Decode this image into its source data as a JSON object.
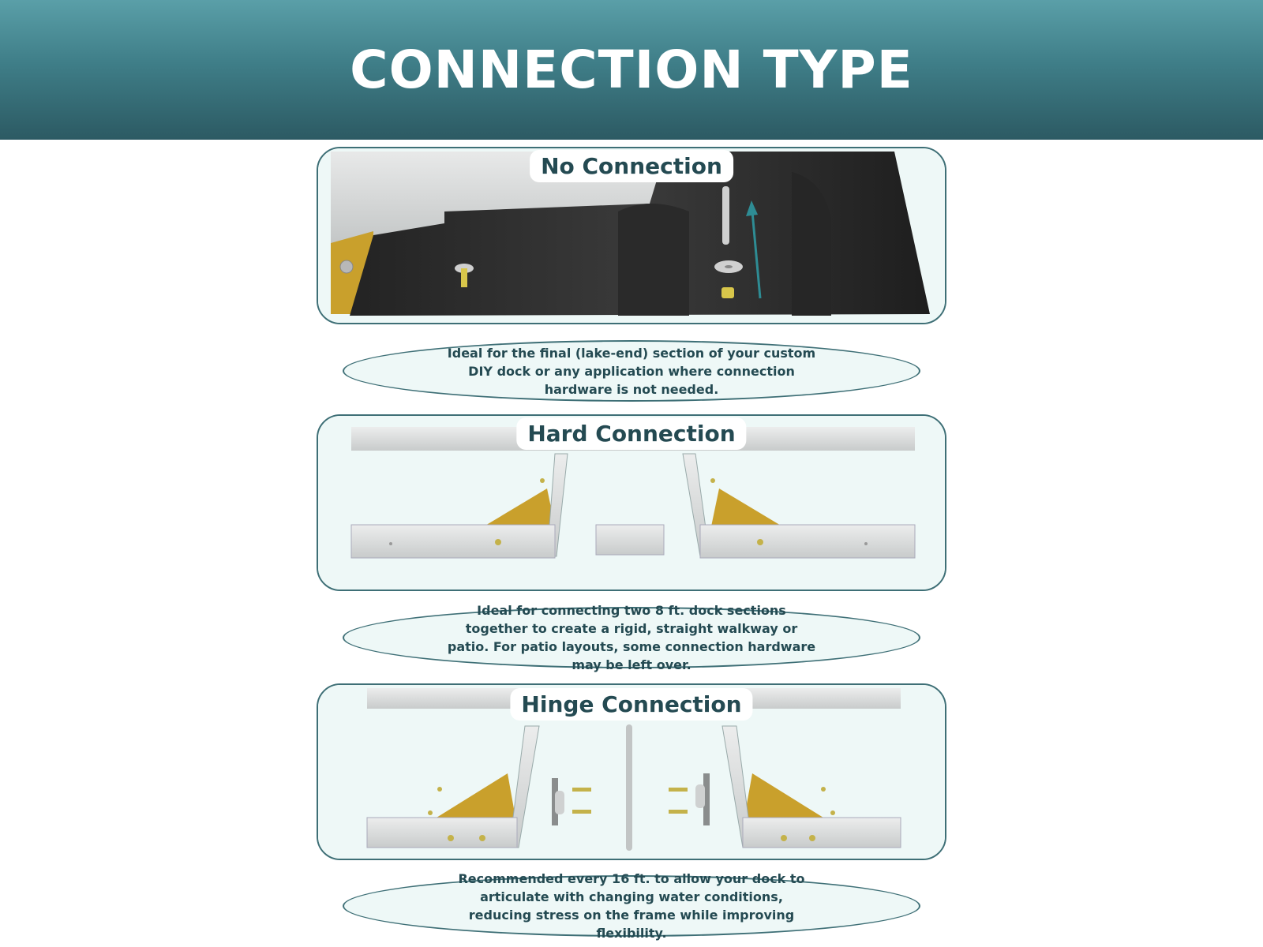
{
  "header": {
    "title": "CONNECTION TYPE"
  },
  "sections": [
    {
      "title": "No Connection",
      "description": "Ideal for the final (lake-end) section of your custom DIY dock or any application where connection hardware is not needed."
    },
    {
      "title": "Hard Connection",
      "description": "Ideal for connecting two 8 ft. dock sections together to create a rigid, straight walkway or patio. For patio layouts, some connection hardware may be left over."
    },
    {
      "title": "Hinge Connection",
      "description": "Recommended every 16 ft. to allow your dock to articulate with changing water conditions, reducing stress on the frame while improving flexibility."
    }
  ],
  "colors": {
    "header_top": "#5a9fa8",
    "header_bottom": "#2c5a63",
    "border": "#3e6f76",
    "panel_fill": "#eef8f7",
    "text": "#244a52",
    "float": "#2e2e2e",
    "aluminum": "#d6d8d8",
    "gusset": "#c9a02c",
    "arrow": "#2e8c94"
  }
}
